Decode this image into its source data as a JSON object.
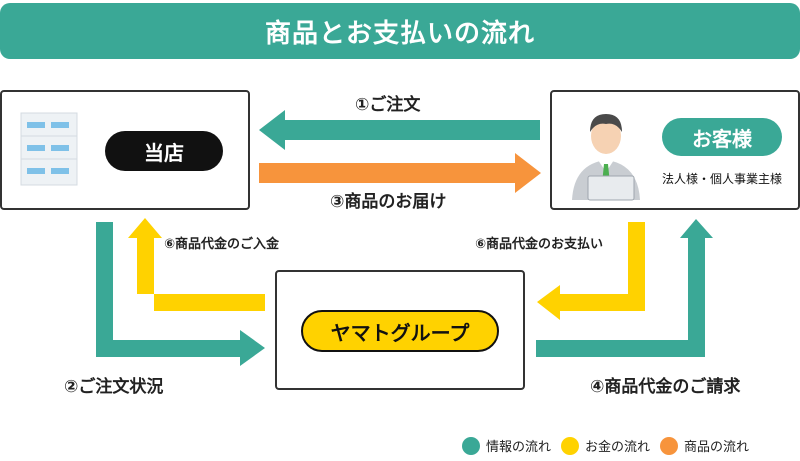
{
  "header": {
    "title": "商品とお支払いの流れ"
  },
  "nodes": {
    "shop": {
      "label": "当店"
    },
    "customer": {
      "label": "お客様",
      "sub": "法人様・個人事業主様"
    },
    "yamato": {
      "label": "ヤマトグループ"
    }
  },
  "flows": {
    "order": "①ご注文",
    "order_status": "②ご注文状況",
    "delivery": "③商品のお届け",
    "billing": "④商品代金のご請求",
    "payment": "⑥商品代金のお支払い",
    "deposit": "⑥商品代金のご入金"
  },
  "legend": [
    {
      "label": "情報の流れ",
      "color": "#3aa896"
    },
    {
      "label": "お金の流れ",
      "color": "#ffd200"
    },
    {
      "label": "商品の流れ",
      "color": "#f7943c"
    }
  ],
  "colors": {
    "info": "#3aa896",
    "money": "#ffd200",
    "goods": "#f7943c"
  }
}
